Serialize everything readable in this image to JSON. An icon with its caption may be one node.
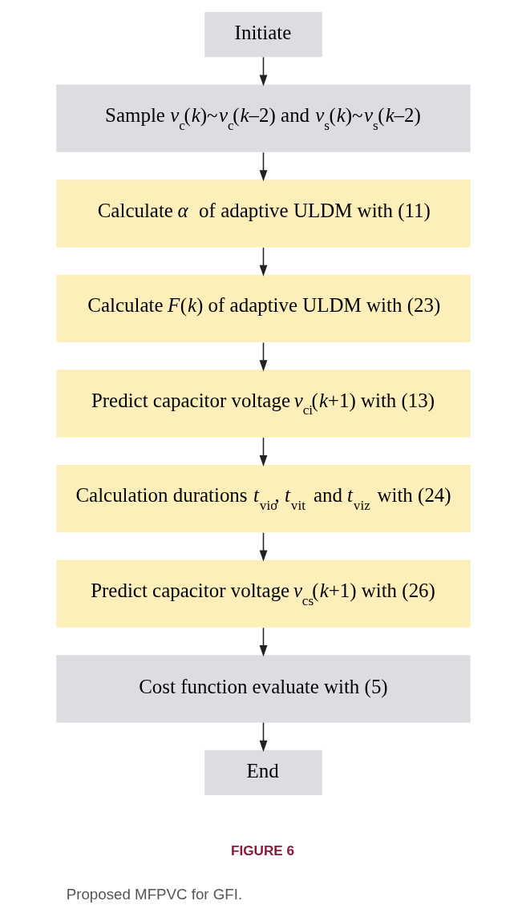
{
  "diagram": {
    "caption": "Proposed MFPVC for GFI.",
    "nodes": [
      {
        "text": [
          "Initiate"
        ]
      },
      {
        "text": [
          "Sample *v*$_{c}$(*k*)~*v*$_{c}$(*k*–2) and *v*$_{s}$(*k*)~*v*$_{s}$(*k*–2)"
        ]
      },
      {
        "text": [
          "Calculate *α* of adaptive ULDM with (11)"
        ]
      },
      {
        "text": [
          "Calculate *F*(*k*) of adaptive ULDM with (23)"
        ]
      },
      {
        "text": [
          "Predict capacitor voltage *v*$_{ci}$(*k*+1) with (13)"
        ]
      },
      {
        "text": [
          "Calculation durations *t*$_{vio}$, *t*$_{vit}$ and *t*$_{viz}$ with (24)"
        ]
      },
      {
        "text": [
          "Predict capacitor voltage *v*$_{cs}$(*k*+1) with (26)"
        ]
      },
      {
        "text": [
          "Cost function evaluate with (5)"
        ]
      },
      {
        "text": [
          "End"
        ]
      }
    ],
    "edges": [
      {
        "from": 0,
        "to": 1,
        "arrow": "to"
      },
      {
        "from": 1,
        "to": 2,
        "arrow": "to"
      },
      {
        "from": 2,
        "to": 3,
        "arrow": "to"
      },
      {
        "from": 3,
        "to": 4,
        "arrow": "to"
      },
      {
        "from": 4,
        "to": 5,
        "arrow": "to"
      },
      {
        "from": 5,
        "to": 6,
        "arrow": "to"
      },
      {
        "from": 6,
        "to": 7,
        "arrow": "to"
      },
      {
        "from": 7,
        "to": 8,
        "arrow": "to"
      }
    ],
    "labels": [
      "FIGURE 6"
    ]
  }
}
